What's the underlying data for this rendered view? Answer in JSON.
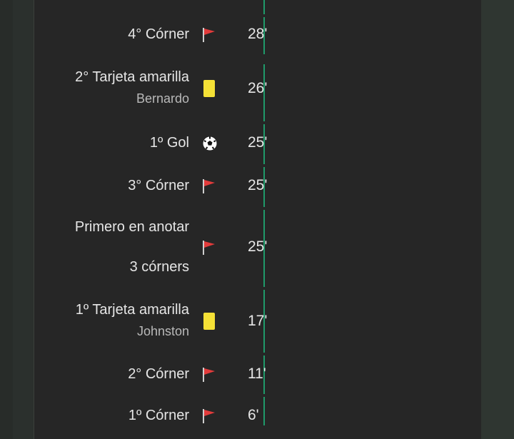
{
  "events": [
    {
      "title": "4° Córner",
      "subtitle": "",
      "minute": "28'",
      "icon": "corner-flag-icon"
    },
    {
      "title": "2° Tarjeta amarilla",
      "subtitle": "Bernardo",
      "minute": "26'",
      "icon": "yellow-card-icon"
    },
    {
      "title": "1º Gol",
      "subtitle": "",
      "minute": "25'",
      "icon": "soccer-ball-icon"
    },
    {
      "title": "3° Córner",
      "subtitle": "",
      "minute": "25'",
      "icon": "corner-flag-icon"
    },
    {
      "title": "Primero en anotar",
      "title2": "3 córners",
      "subtitle": "",
      "minute": "25'",
      "icon": "corner-flag-icon"
    },
    {
      "title": "1º Tarjeta amarilla",
      "subtitle": "Johnston",
      "minute": "17'",
      "icon": "yellow-card-icon"
    },
    {
      "title": "2° Córner",
      "subtitle": "",
      "minute": "11'",
      "icon": "corner-flag-icon"
    },
    {
      "title": "1º Córner",
      "subtitle": "",
      "minute": "6'",
      "icon": "corner-flag-icon"
    }
  ],
  "colors": {
    "timeline": "#1f9a6a",
    "flag": "#e23b3b",
    "card": "#f5e136",
    "text": "#e6e6e6",
    "subtext": "#b9b9b9",
    "background": "#262626"
  }
}
